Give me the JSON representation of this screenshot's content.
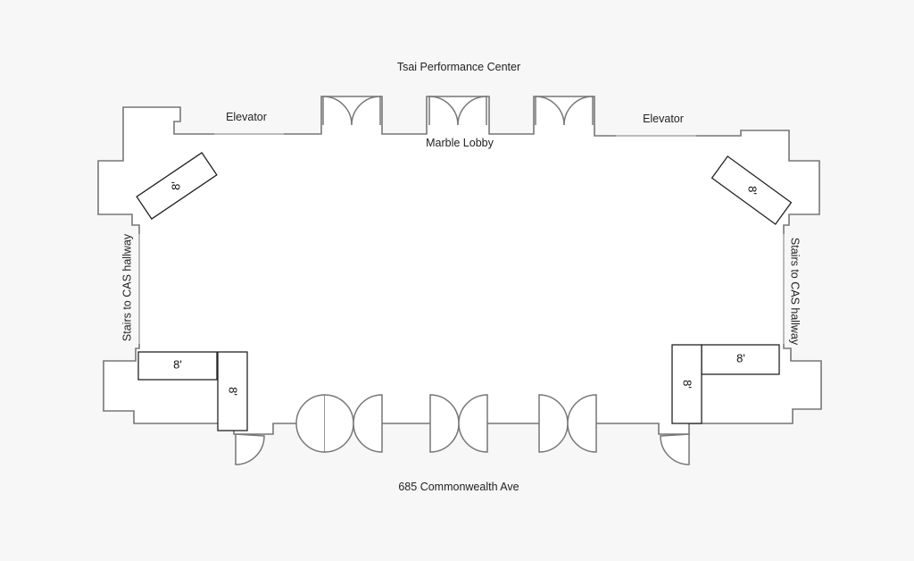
{
  "labels": {
    "top": "Tsai Performance Center",
    "bottom": "685 Commonwealth Ave",
    "lobby": "Marble Lobby",
    "elevator_left": "Elevator",
    "elevator_right": "Elevator",
    "stairs_left": "Stairs to CAS hallway",
    "stairs_right": "Stairs to CAS hallway"
  },
  "tables": {
    "top_left": "8'",
    "top_right": "8'",
    "bottom_left_horizontal": "8'",
    "bottom_left_vertical": "8'",
    "bottom_right_horizontal": "8'",
    "bottom_right_vertical": "8'"
  }
}
